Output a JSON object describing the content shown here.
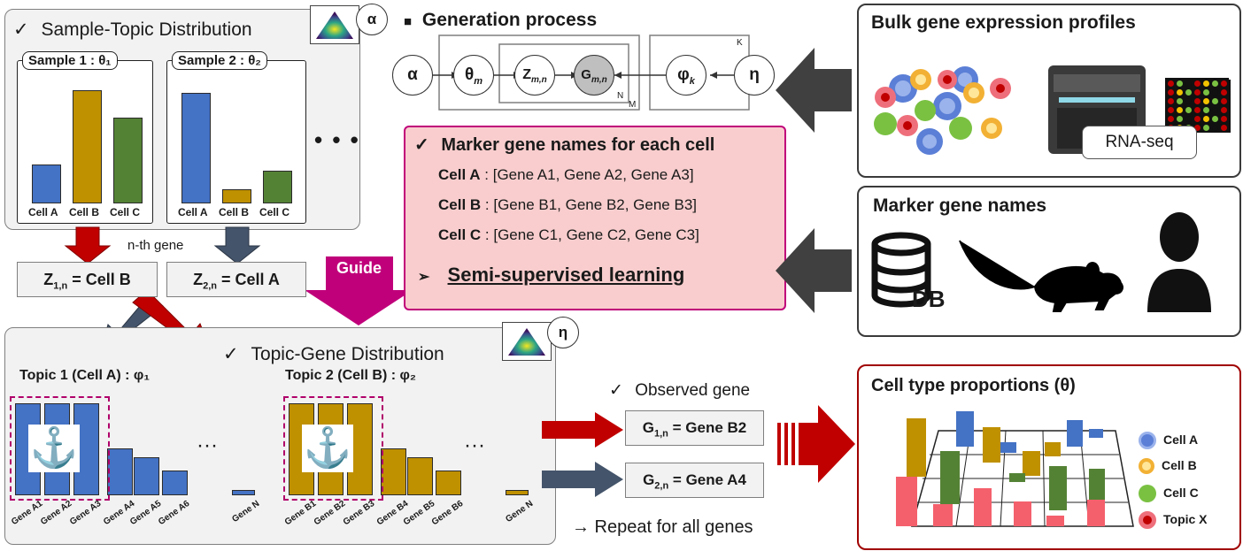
{
  "sample_topic": {
    "title": "Sample-Topic Distribution",
    "check": "✓",
    "alpha_symbol": "α",
    "sample1_label": "Sample 1 : θ₁",
    "sample2_label": "Sample 2 : θ₂",
    "ellipsis": "• • •",
    "x_labels": [
      "Cell A",
      "Cell B",
      "Cell C"
    ],
    "sample1_values": [
      0.3,
      0.9,
      0.68
    ],
    "sample2_values": [
      0.88,
      0.1,
      0.25
    ],
    "colors": {
      "cell_a": "#4472c4",
      "cell_b": "#bf9000",
      "cell_c": "#548235"
    }
  },
  "nth_gene": "n-th gene",
  "z1": {
    "text": "Z",
    "sub": "1,n",
    "rest": " = Cell B"
  },
  "z2": {
    "text": "Z",
    "sub": "2,n",
    "rest": " = Cell A"
  },
  "guide_label": "Guide",
  "generation": {
    "heading": "Generation process",
    "bullet": "■",
    "alpha": "α",
    "theta": "θ",
    "theta_sub": "m",
    "z": "Z",
    "z_sub": "m,n",
    "g": "G",
    "g_sub": "m,n",
    "phi": "φ",
    "phi_sub": "k",
    "eta": "η",
    "plate_n": "N",
    "plate_m": "M",
    "plate_k": "K"
  },
  "markers": {
    "heading": "Marker gene names for each cell",
    "check": "✓",
    "rows": [
      {
        "cell": "Cell A",
        "genes": " : [Gene A1, Gene A2, Gene A3]"
      },
      {
        "cell": "Cell B",
        "genes": " : [Gene B1, Gene B2, Gene B3]"
      },
      {
        "cell": "Cell C",
        "genes": " : [Gene C1, Gene C2, Gene C3]"
      }
    ],
    "arrow_bullet": "➢",
    "semi": "Semi-supervised learning"
  },
  "bulk": {
    "title": "Bulk gene expression profiles",
    "rnaseq": "RNA-seq"
  },
  "marker_names": {
    "title": "Marker gene names",
    "db": "DB"
  },
  "topic_gene": {
    "title": "Topic-Gene Distribution",
    "check": "✓",
    "eta_symbol": "η",
    "topic1_label": "Topic 1 (Cell A) : φ₁",
    "topic2_label": "Topic 2 (Cell B) : φ₂",
    "ellipsis": "···",
    "topic1_genes": [
      "Gene A1",
      "Gene A2",
      "Gene A3",
      "Gene A4",
      "Gene A5",
      "Gene A6",
      "Gene N"
    ],
    "topic2_genes": [
      "Gene B1",
      "Gene B2",
      "Gene B3",
      "Gene B4",
      "Gene B5",
      "Gene B6",
      "Gene N"
    ],
    "topic_values": [
      1.0,
      1.0,
      1.0,
      0.5,
      0.4,
      0.25,
      0.04
    ]
  },
  "observed": {
    "check": "✓",
    "heading": "Observed gene",
    "g1": {
      "text": "G",
      "sub": "1,n",
      "rest": " = Gene B2"
    },
    "g2": {
      "text": "G",
      "sub": "2,n",
      "rest": " = Gene A4"
    },
    "repeat": "→ Repeat for all genes"
  },
  "proportions": {
    "title": "Cell type proportions (θ)",
    "legend": [
      "Cell A",
      "Cell B",
      "Cell C",
      "Topic X"
    ]
  }
}
